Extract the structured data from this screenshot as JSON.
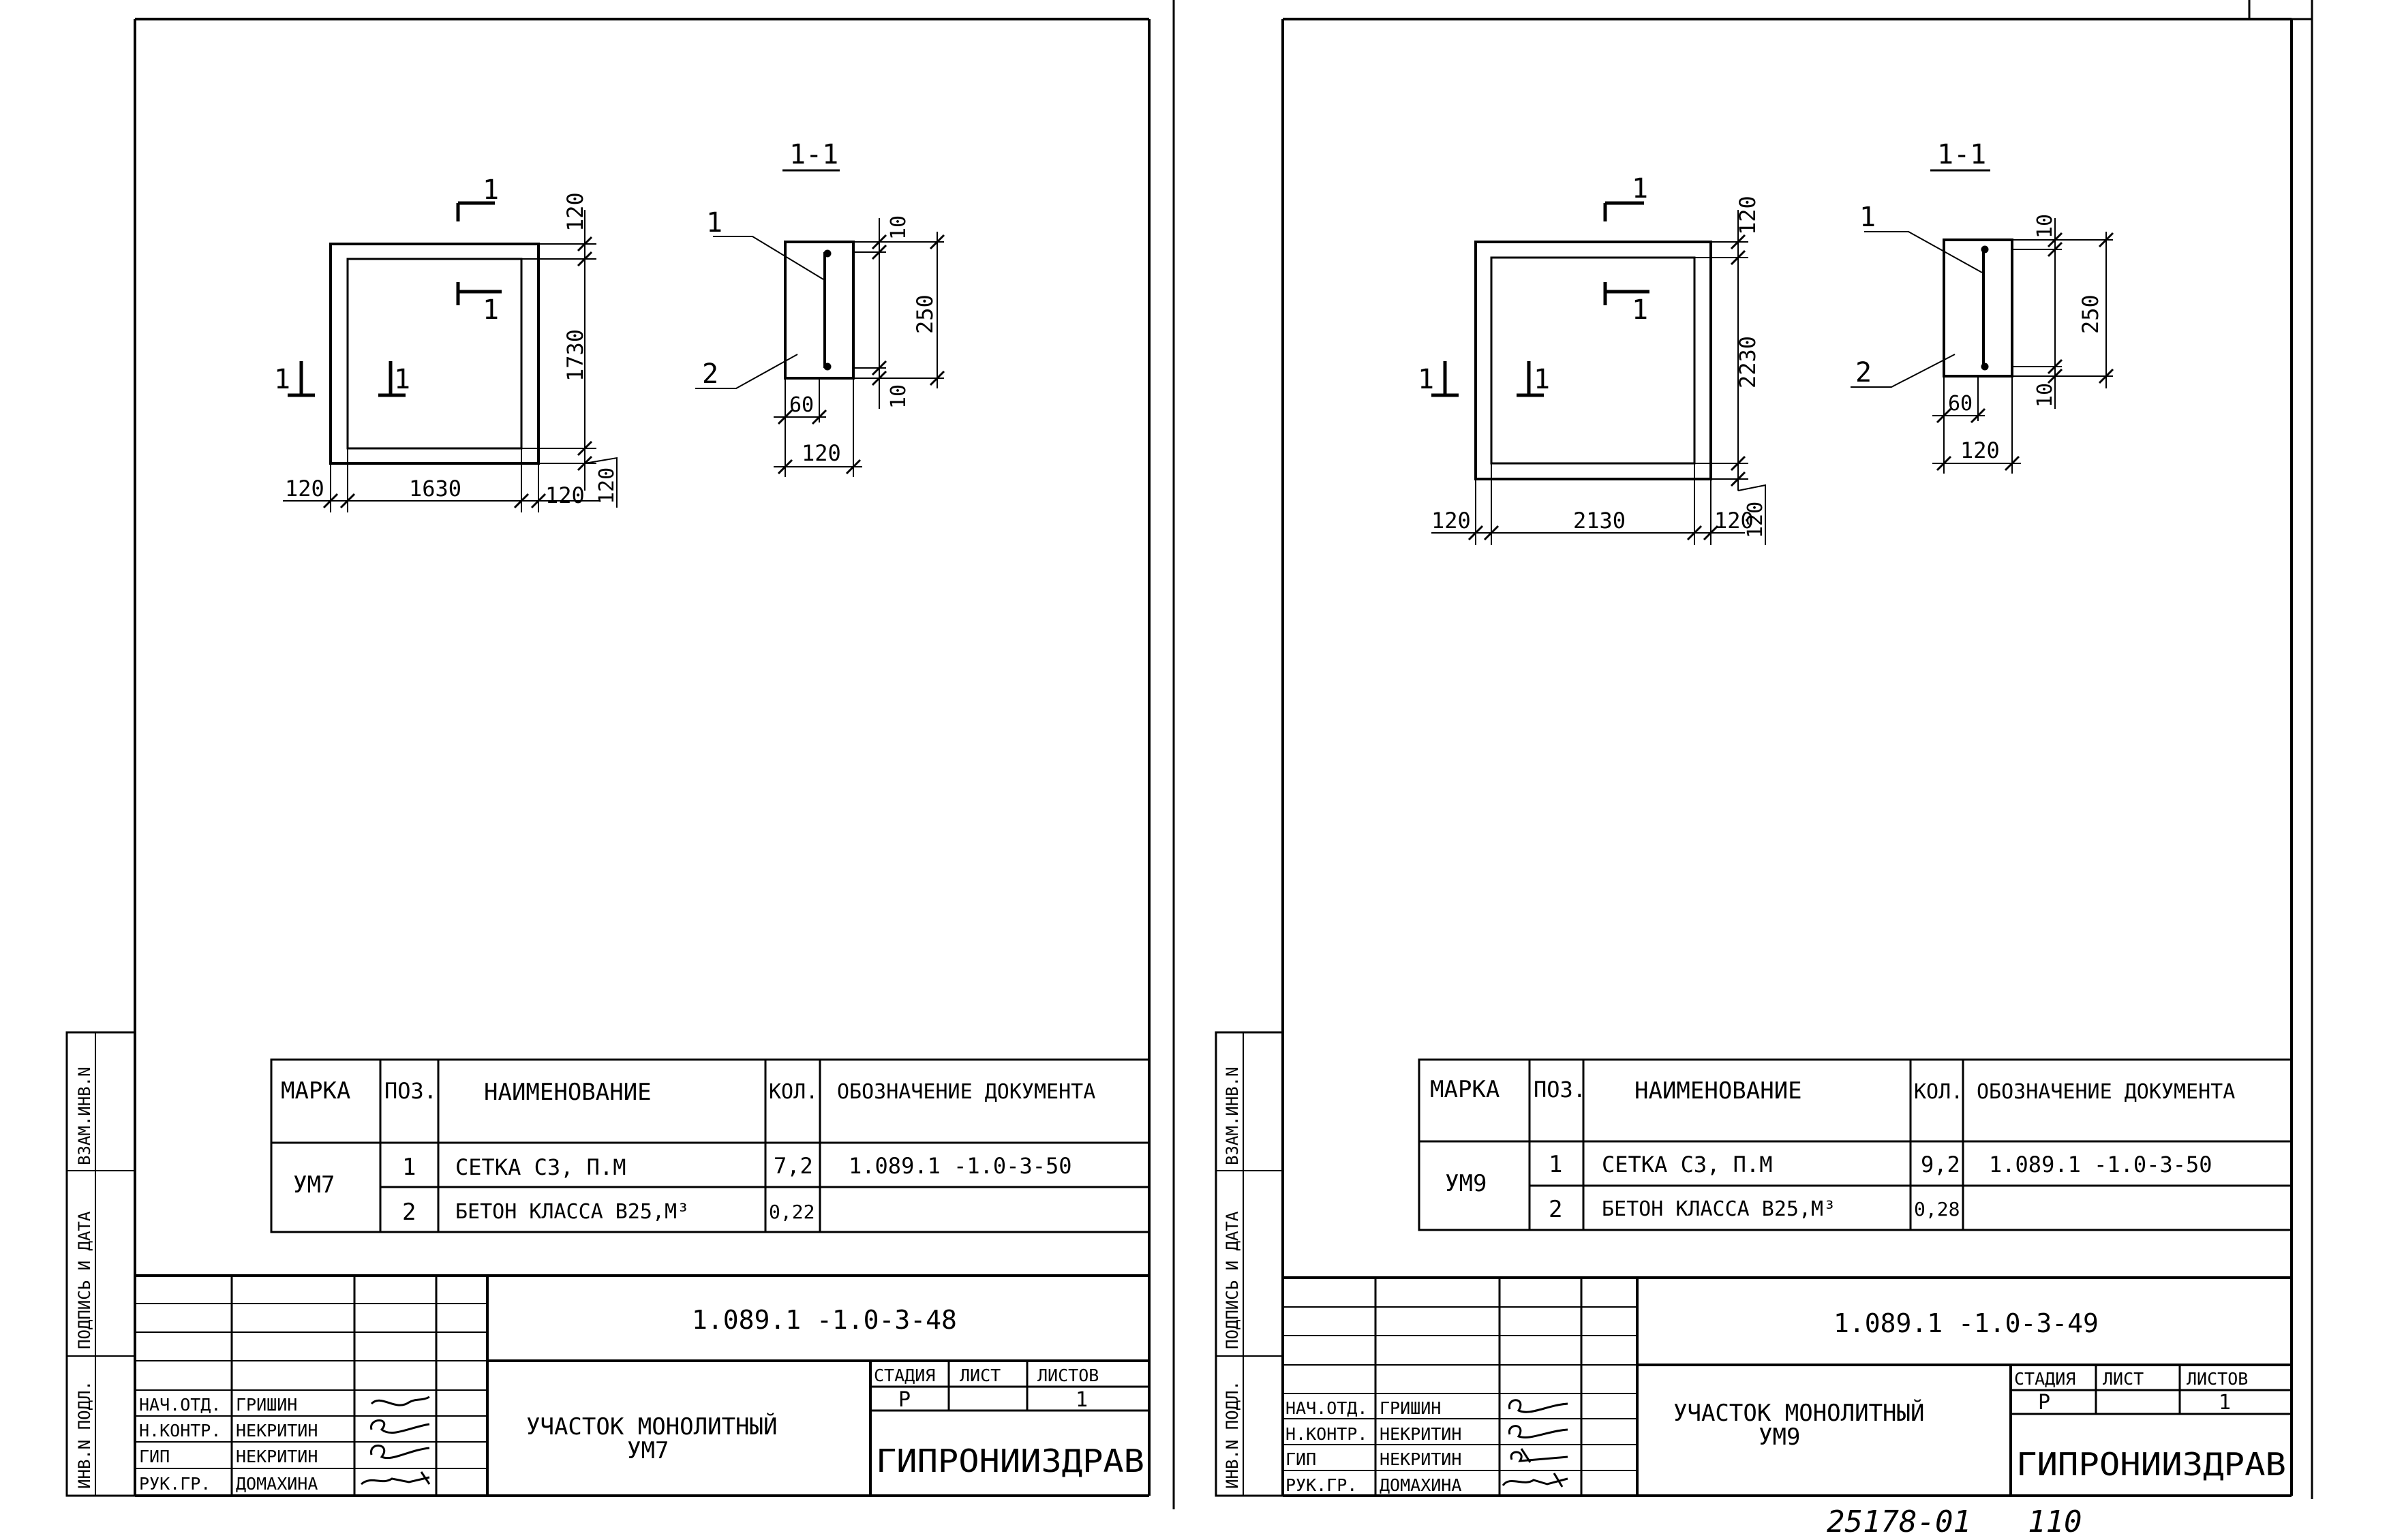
{
  "sheets": [
    {
      "plan": {
        "section_mark": "1",
        "dim_wall_top": "120",
        "dim_height": "1730",
        "dim_wall_left": "120",
        "dim_width": "1630",
        "dim_wall_right": "120",
        "dim_wall_bottom": "120"
      },
      "section": {
        "title": "1-1",
        "callout_1": "1",
        "callout_2": "2",
        "dim_cover_top": "10",
        "dim_height": "250",
        "dim_cover_bottom": "10",
        "dim_half": "60",
        "dim_width": "120"
      },
      "spec": {
        "headers": {
          "mark": "МАРКА",
          "pos": "ПОЗ.",
          "name": "НАИМЕНОВАНИЕ",
          "qty": "КОЛ.",
          "doc": "ОБОЗНАЧЕНИЕ ДОКУМЕНТА"
        },
        "mark": "УМ7",
        "rows": [
          {
            "pos": "1",
            "name": "СЕТКА С3, П.М",
            "qty": "7,2",
            "doc": "1.089.1 -1.0-3-50"
          },
          {
            "pos": "2",
            "name": "БЕТОН КЛАССА В25,М³",
            "qty": "0,22",
            "doc": ""
          }
        ]
      },
      "stamp": {
        "code": "1.089.1 -1.0-3-48",
        "title_line1": "УЧАСТОК МОНОЛИТНЫЙ",
        "title_line2": "УМ7",
        "stage_label": "СТАДИЯ",
        "sheet_label": "ЛИСТ",
        "sheets_label": "ЛИСТОВ",
        "stage": "Р",
        "sheet": "",
        "sheets": "1",
        "org": "ГИПРОНИИЗДРАВ",
        "roles": [
          {
            "role": "НАЧ.ОТД.",
            "name": "ГРИШИН"
          },
          {
            "role": "Н.КОНТР.",
            "name": "НЕКРИТИН"
          },
          {
            "role": "ГИП",
            "name": "НЕКРИТИН"
          },
          {
            "role": "РУК.ГР.",
            "name": "ДОМАХИНА"
          }
        ]
      },
      "side_labels": [
        "ИНВ.N ПОДЛ.",
        "ПОДПИСЬ И ДАТА",
        "ВЗАМ.ИНВ.N"
      ]
    },
    {
      "plan": {
        "section_mark": "1",
        "dim_wall_top": "120",
        "dim_height": "2230",
        "dim_wall_left": "120",
        "dim_width": "2130",
        "dim_wall_right": "120",
        "dim_wall_bottom": "120"
      },
      "section": {
        "title": "1-1",
        "callout_1": "1",
        "callout_2": "2",
        "dim_cover_top": "10",
        "dim_height": "250",
        "dim_cover_bottom": "10",
        "dim_half": "60",
        "dim_width": "120"
      },
      "spec": {
        "headers": {
          "mark": "МАРКА",
          "pos": "ПОЗ.",
          "name": "НАИМЕНОВАНИЕ",
          "qty": "КОЛ.",
          "doc": "ОБОЗНАЧЕНИЕ ДОКУМЕНТА"
        },
        "mark": "УМ9",
        "rows": [
          {
            "pos": "1",
            "name": "СЕТКА С3, П.М",
            "qty": "9,2",
            "doc": "1.089.1 -1.0-3-50"
          },
          {
            "pos": "2",
            "name": "БЕТОН КЛАССА В25,М³",
            "qty": "0,28",
            "doc": ""
          }
        ]
      },
      "stamp": {
        "code": "1.089.1 -1.0-3-49",
        "title_line1": "УЧАСТОК МОНОЛИТНЫЙ",
        "title_line2": "УМ9",
        "stage_label": "СТАДИЯ",
        "sheet_label": "ЛИСТ",
        "sheets_label": "ЛИСТОВ",
        "stage": "Р",
        "sheet": "",
        "sheets": "1",
        "org": "ГИПРОНИИЗДРАВ",
        "roles": [
          {
            "role": "НАЧ.ОТД.",
            "name": "ГРИШИН"
          },
          {
            "role": "Н.КОНТР.",
            "name": "НЕКРИТИН"
          },
          {
            "role": "ГИП",
            "name": "НЕКРИТИН"
          },
          {
            "role": "РУК.ГР.",
            "name": "ДОМАХИНА"
          }
        ]
      },
      "side_labels": [
        "ИНВ.N ПОДЛ.",
        "ПОДПИСЬ И ДАТА",
        "ВЗАМ.ИНВ.N"
      ]
    }
  ],
  "footer": {
    "archive_number": "25178-01",
    "page_number": "110"
  }
}
